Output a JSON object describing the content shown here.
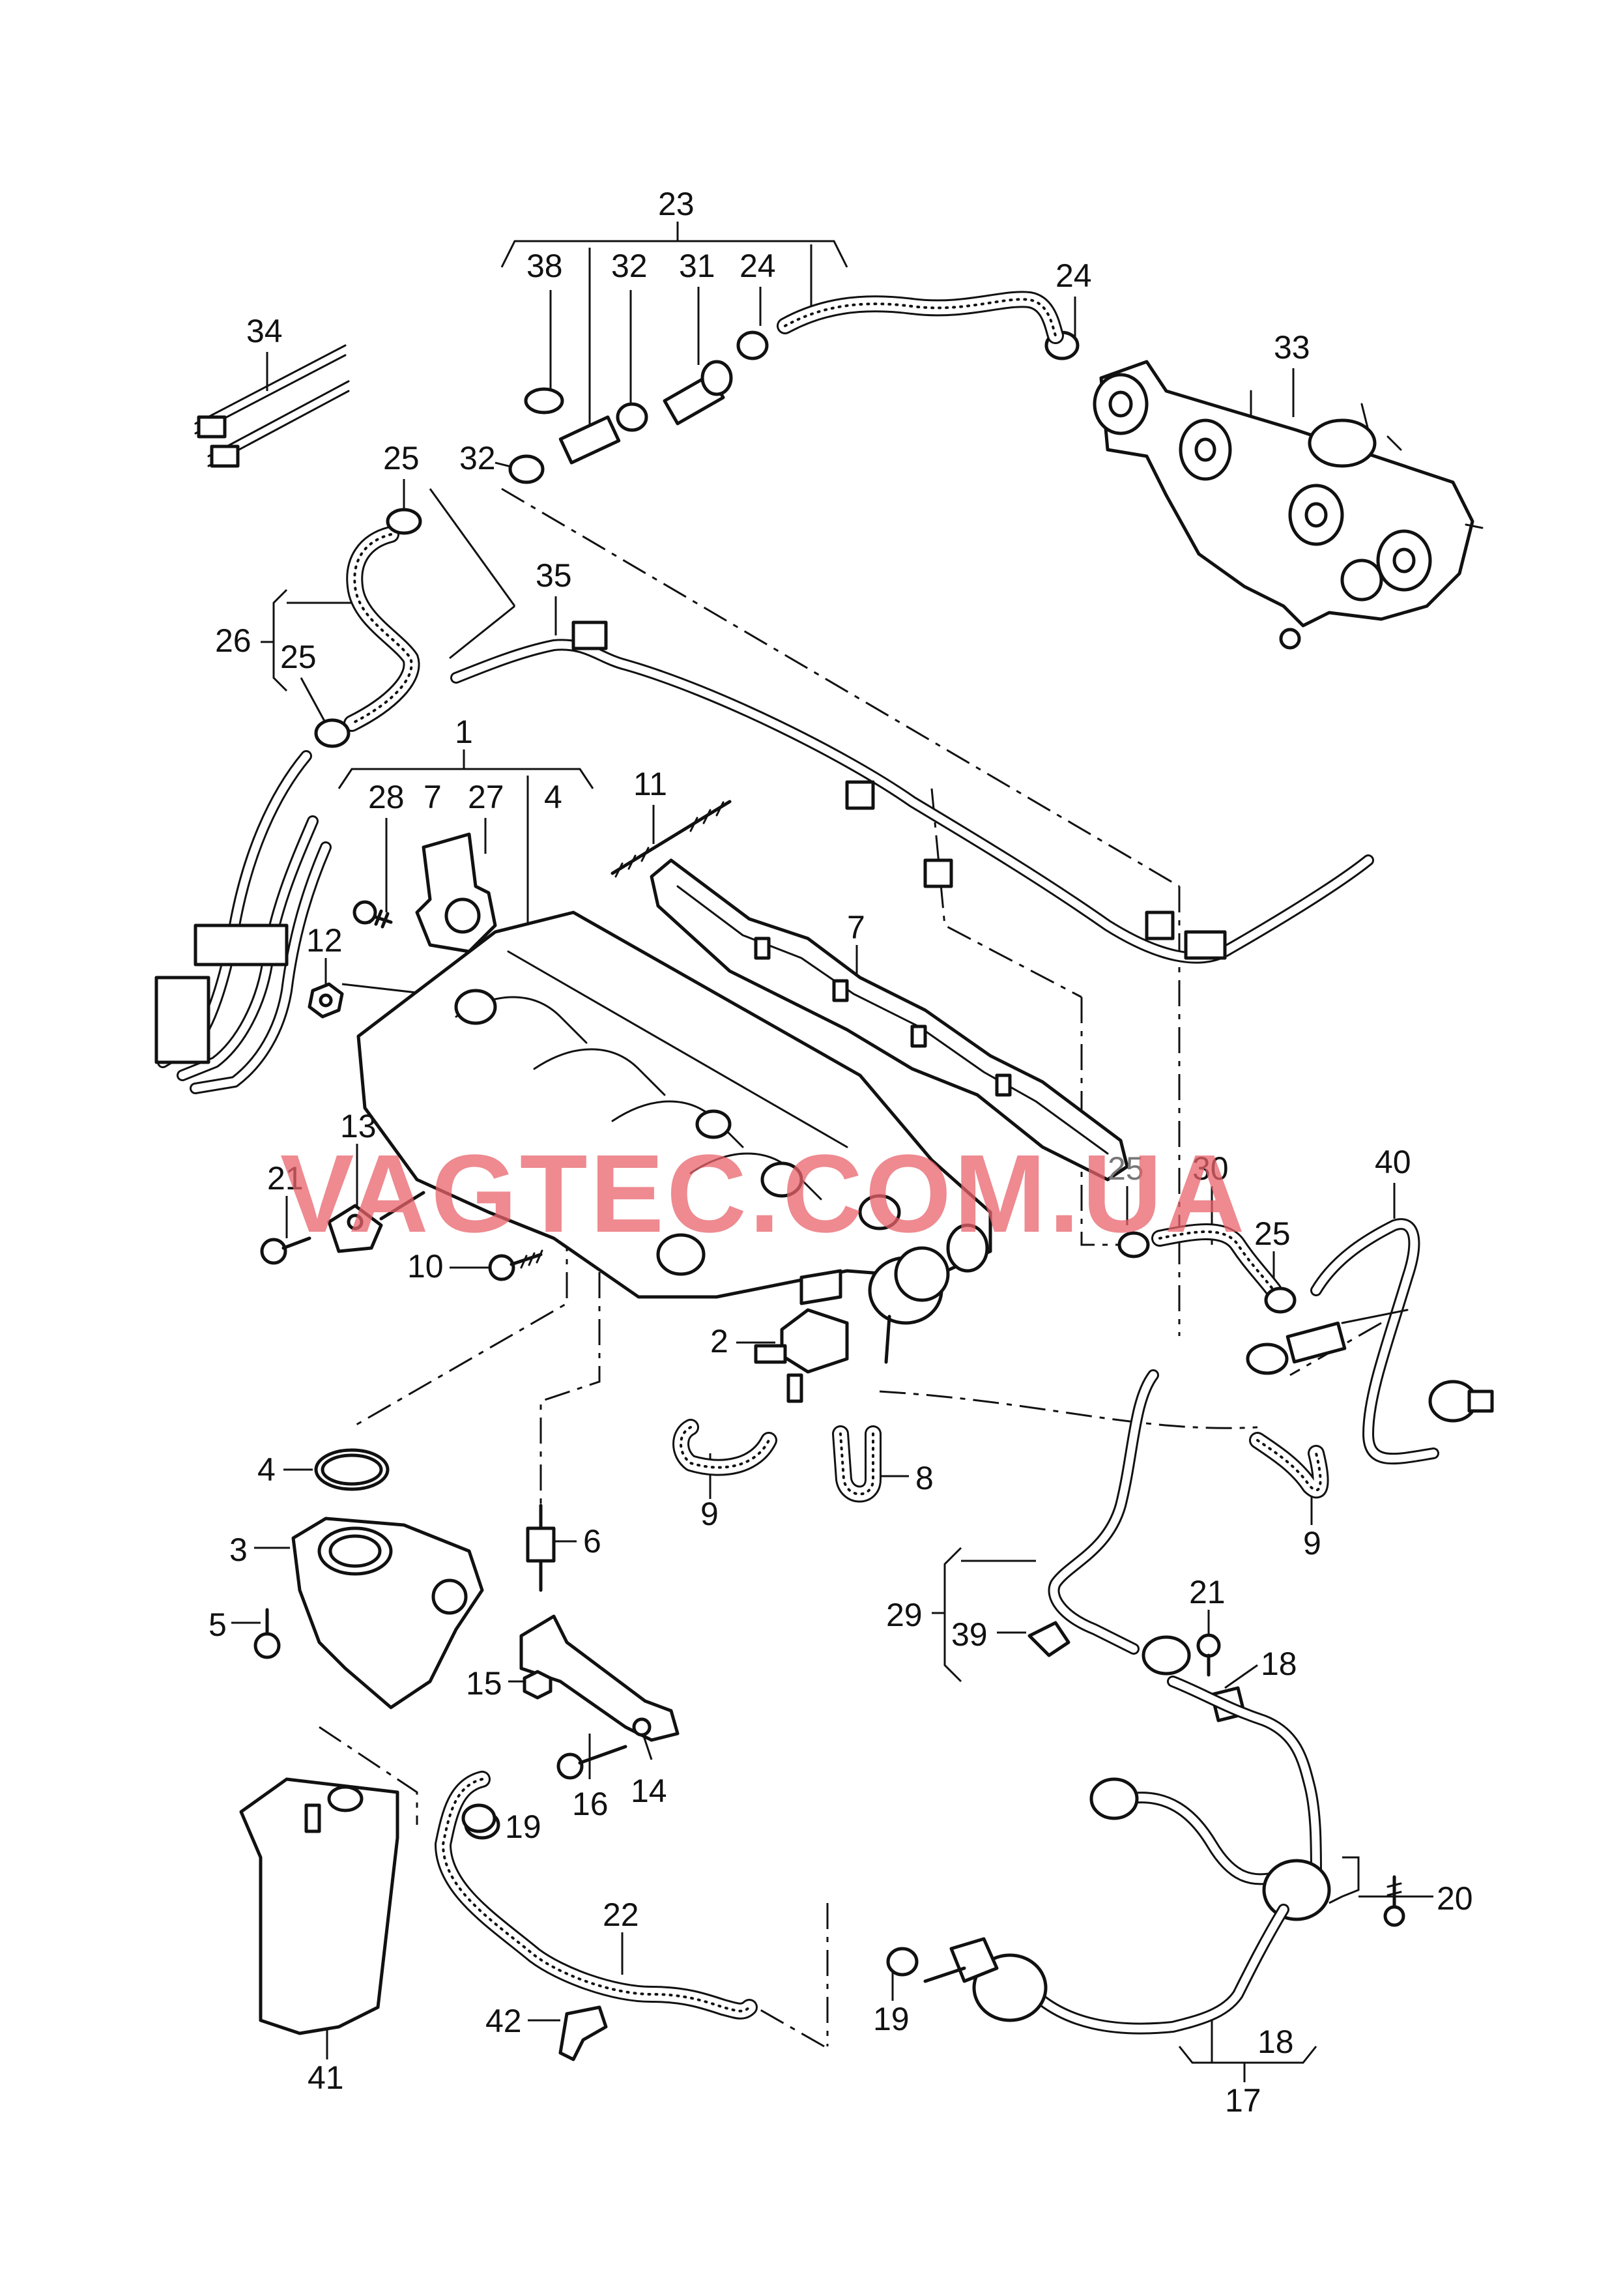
{
  "watermark": "VAGTEC.COM.UA",
  "callouts": [
    {
      "id": "c23",
      "text": "23"
    },
    {
      "id": "c38",
      "text": "38"
    },
    {
      "id": "c32a",
      "text": "32"
    },
    {
      "id": "c31",
      "text": "31"
    },
    {
      "id": "c24a",
      "text": "24"
    },
    {
      "id": "c24b",
      "text": "24"
    },
    {
      "id": "c33",
      "text": "33"
    },
    {
      "id": "c34",
      "text": "34"
    },
    {
      "id": "c25a",
      "text": "25"
    },
    {
      "id": "c32b",
      "text": "32"
    },
    {
      "id": "c35",
      "text": "35"
    },
    {
      "id": "c26",
      "text": "26"
    },
    {
      "id": "c25b",
      "text": "25"
    },
    {
      "id": "c1",
      "text": "1"
    },
    {
      "id": "c28",
      "text": "28"
    },
    {
      "id": "c7a",
      "text": "7"
    },
    {
      "id": "c27",
      "text": "27"
    },
    {
      "id": "c4a",
      "text": "4"
    },
    {
      "id": "c11",
      "text": "11"
    },
    {
      "id": "c7b",
      "text": "7"
    },
    {
      "id": "c12",
      "text": "12"
    },
    {
      "id": "c13",
      "text": "13"
    },
    {
      "id": "c21a",
      "text": "21"
    },
    {
      "id": "c25c",
      "text": "25"
    },
    {
      "id": "c30",
      "text": "30"
    },
    {
      "id": "c40",
      "text": "40"
    },
    {
      "id": "c25d",
      "text": "25"
    },
    {
      "id": "c10",
      "text": "10"
    },
    {
      "id": "c2",
      "text": "2"
    },
    {
      "id": "c8",
      "text": "8"
    },
    {
      "id": "c9a",
      "text": "9"
    },
    {
      "id": "c9b",
      "text": "9"
    },
    {
      "id": "c4b",
      "text": "4"
    },
    {
      "id": "c3",
      "text": "3"
    },
    {
      "id": "c6",
      "text": "6"
    },
    {
      "id": "c5",
      "text": "5"
    },
    {
      "id": "c29",
      "text": "29"
    },
    {
      "id": "c39",
      "text": "39"
    },
    {
      "id": "c21b",
      "text": "21"
    },
    {
      "id": "c18a",
      "text": "18"
    },
    {
      "id": "c15",
      "text": "15"
    },
    {
      "id": "c16",
      "text": "16"
    },
    {
      "id": "c14",
      "text": "14"
    },
    {
      "id": "c19a",
      "text": "19"
    },
    {
      "id": "c20",
      "text": "20"
    },
    {
      "id": "c22",
      "text": "22"
    },
    {
      "id": "c42",
      "text": "42"
    },
    {
      "id": "c41",
      "text": "41"
    },
    {
      "id": "c19b",
      "text": "19"
    },
    {
      "id": "c18b",
      "text": "18"
    },
    {
      "id": "c17",
      "text": "17"
    }
  ]
}
